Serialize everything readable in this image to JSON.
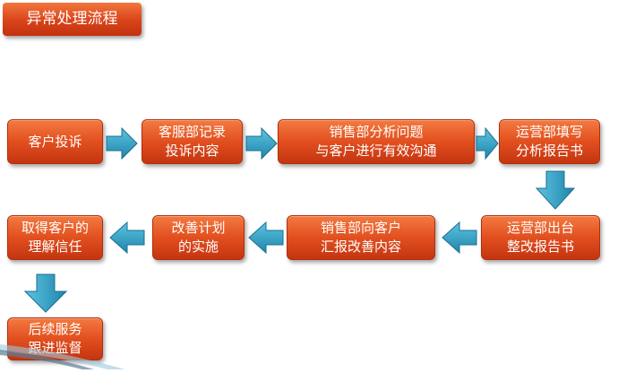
{
  "title": "异常处理流程",
  "nodes": {
    "n1": "客户投诉",
    "n2": "客服部记录\n投诉内容",
    "n3": "销售部分析问题\n与客户进行有效沟通",
    "n4": "运营部填写\n分析报告书",
    "n5": "运营部出台\n整改报告书",
    "n6": "销售部向客户\n汇报改善内容",
    "n7": "改善计划\n的实施",
    "n8": "取得客户的\n理解信任",
    "n9": "后续服务\n跟进监督"
  },
  "colors": {
    "box": "#e24f1f",
    "arrow": "#2b9bbf"
  }
}
